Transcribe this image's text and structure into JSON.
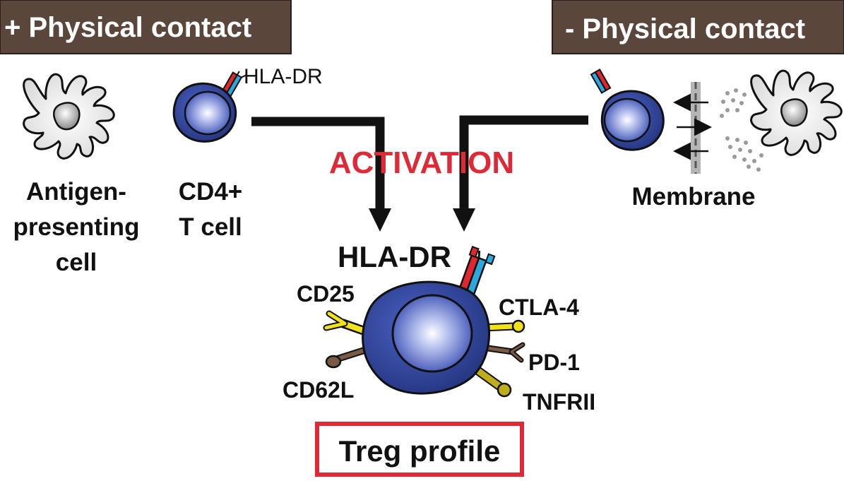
{
  "headers": {
    "left": "+ Physical contact",
    "right": "- Physical contact"
  },
  "labels": {
    "apc_line1": "Antigen-",
    "apc_line2": "presenting",
    "apc_line3": "cell",
    "cd4_line1": "CD4+",
    "cd4_line2": "T cell",
    "hla_small": "HLA-DR",
    "membrane": "Membrane",
    "activation": "ACTIVATION",
    "hla_big": "HLA-DR",
    "cd25": "CD25",
    "ctla4": "CTLA-4",
    "pd1": "PD-1",
    "cd62l": "CD62L",
    "tnfrii": "TNFRII",
    "treg": "Treg profile"
  },
  "colors": {
    "header_bg": "#5b463c",
    "header_text": "#ffffff",
    "activation": "#dd2a36",
    "treg_border": "#dd2a36",
    "cell_blue": "#2b3e95",
    "receptor_red": "#e0262e",
    "receptor_blue": "#2ba8df",
    "cd25_yellow": "#f2e21a",
    "ctla4_yellow": "#f2e21a",
    "tnfrii_olive": "#bfae1a",
    "brown_marker": "#7a5a44"
  }
}
